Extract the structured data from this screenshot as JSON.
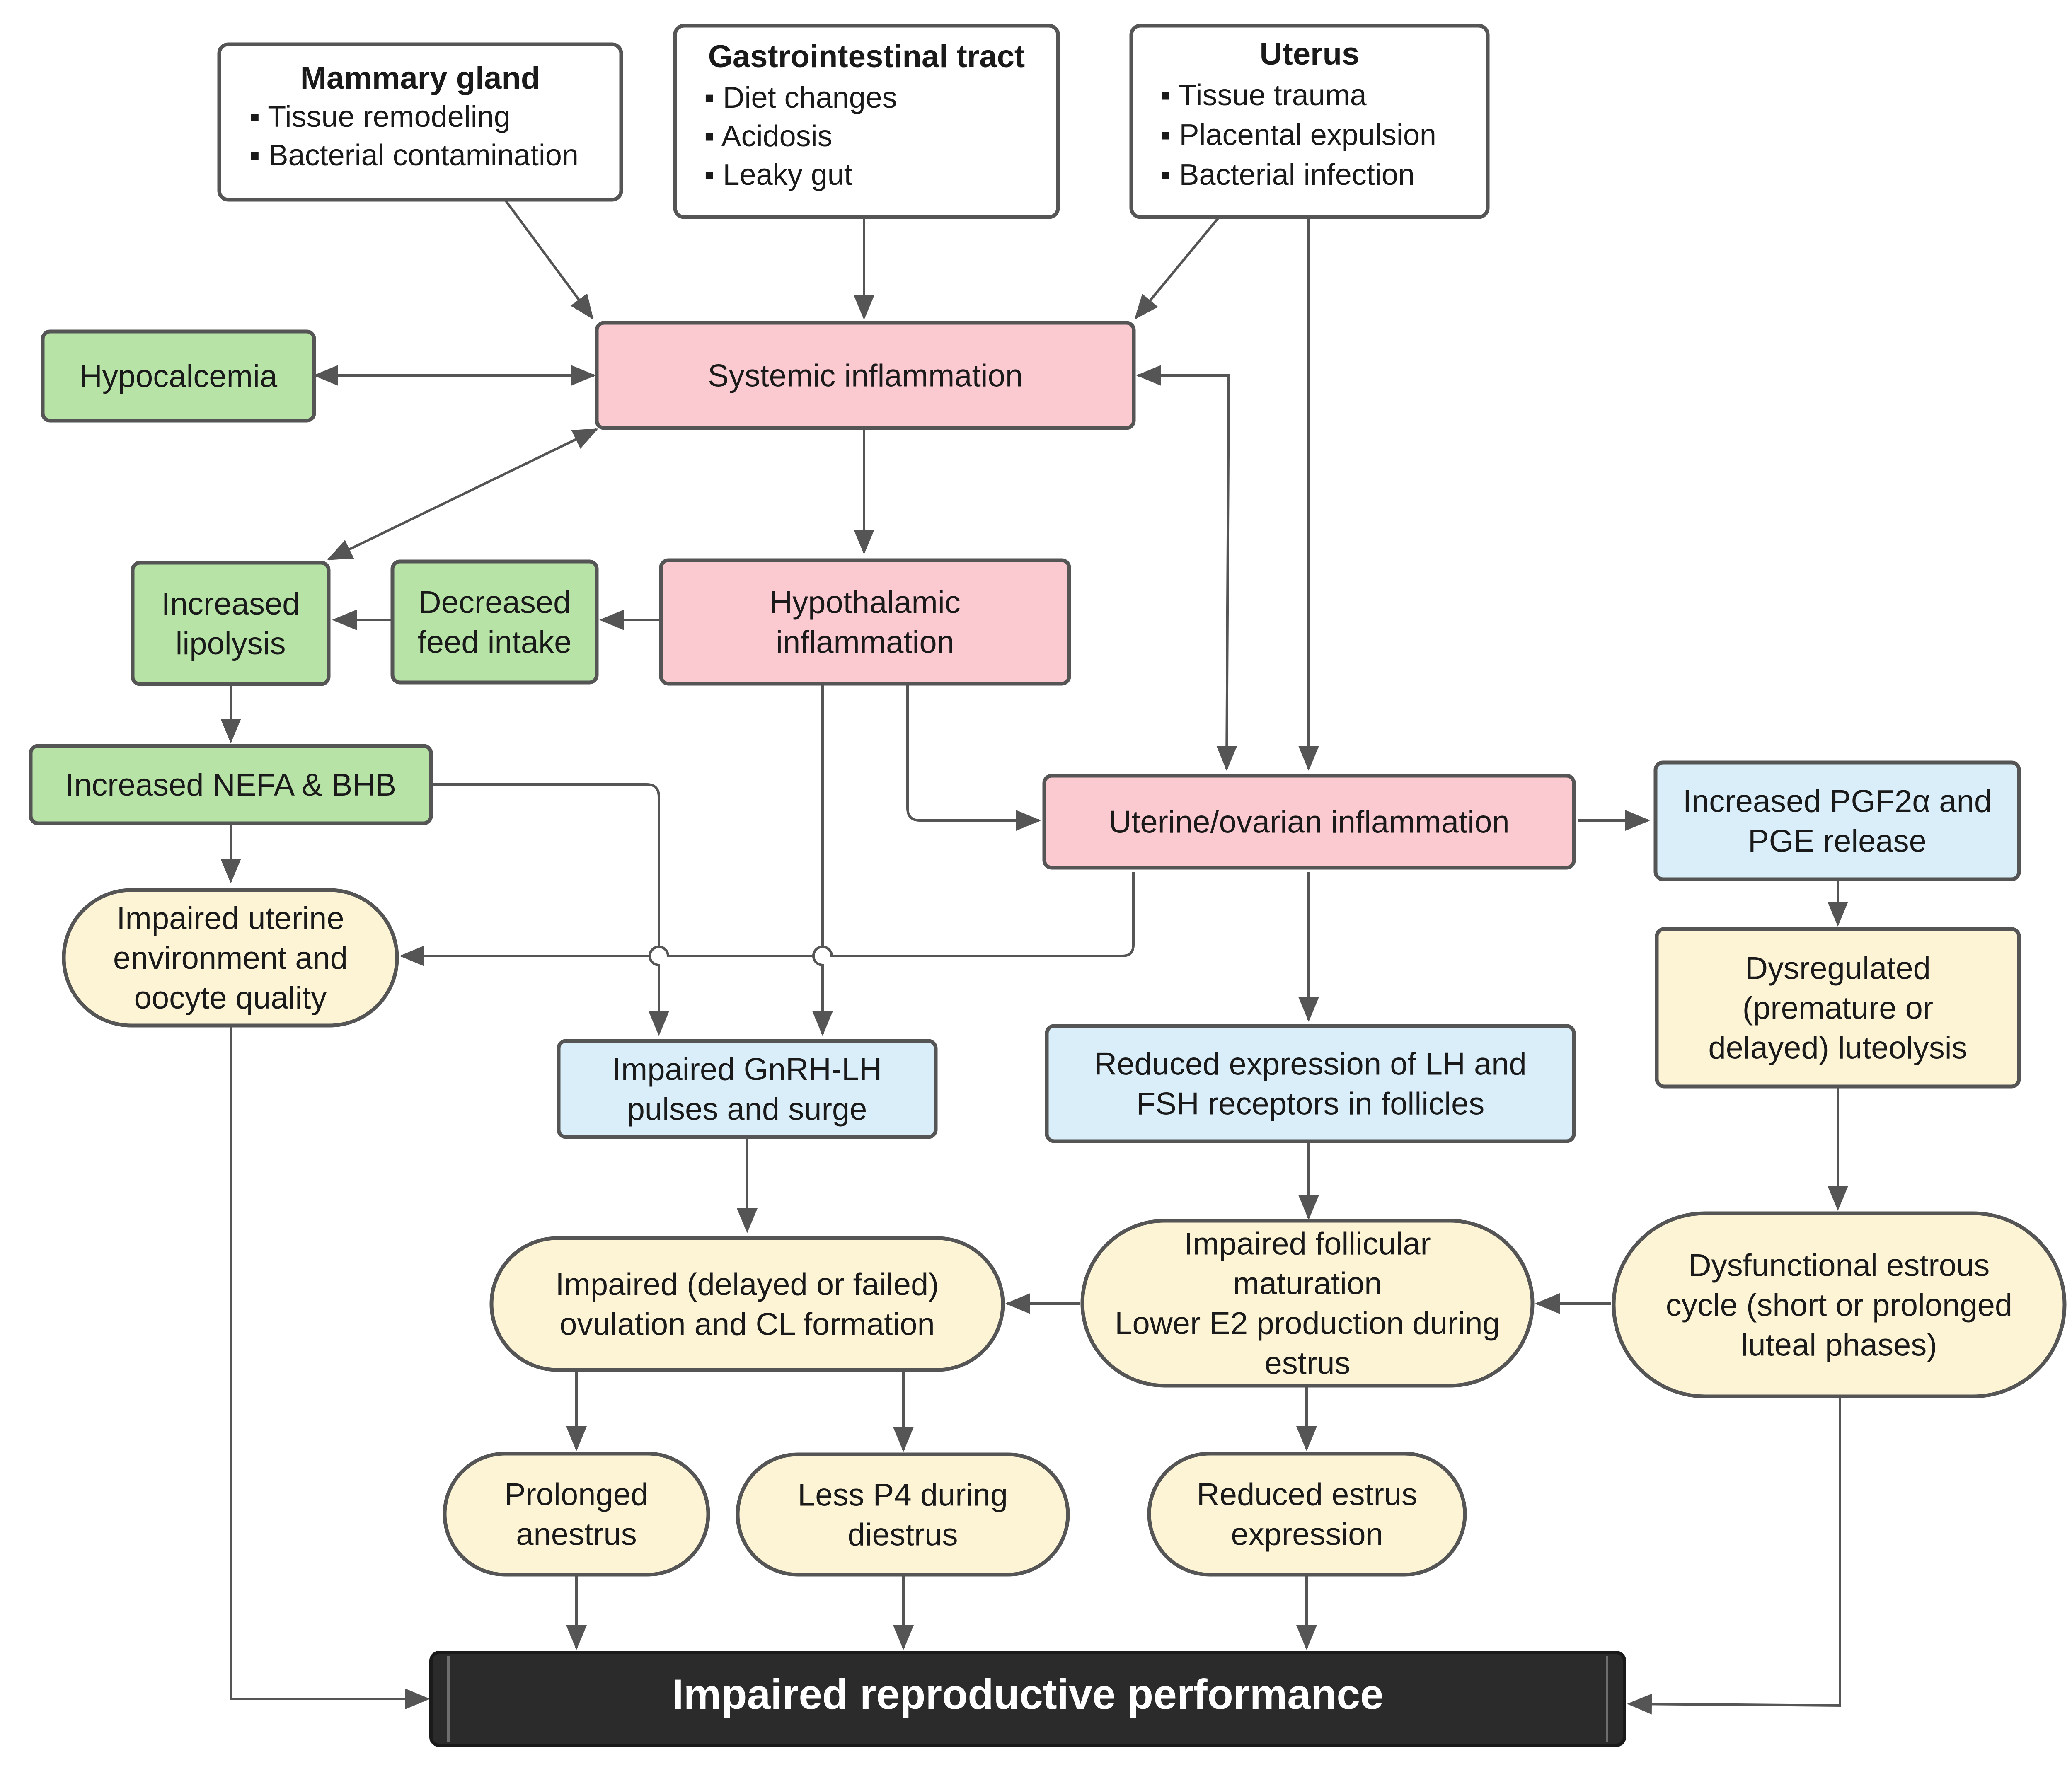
{
  "colors": {
    "white": "#ffffff",
    "green": "#b7e3a6",
    "pink": "#fbc9d0",
    "blue": "#d9eef9",
    "yellow": "#fdf4d6",
    "dark": "#2b2b2b",
    "line": "#555555"
  },
  "nodes": {
    "mammary": {
      "title": "Mammary gland",
      "items": [
        "Tissue remodeling",
        "Bacterial contamination"
      ]
    },
    "gi": {
      "title": "Gastrointestinal tract",
      "items": [
        "Diet changes",
        "Acidosis",
        "Leaky gut"
      ]
    },
    "uterus": {
      "title": "Uterus",
      "items": [
        "Tissue trauma",
        "Placental expulsion",
        "Bacterial infection"
      ]
    },
    "hypocalcemia": {
      "lines": [
        "Hypocalcemia"
      ]
    },
    "systemic": {
      "lines": [
        "Systemic inflammation"
      ]
    },
    "lipolysis": {
      "lines": [
        "Increased",
        "lipolysis"
      ]
    },
    "feed": {
      "lines": [
        "Decreased",
        "feed intake"
      ]
    },
    "hypothalamic": {
      "lines": [
        "Hypothalamic",
        "inflammation"
      ]
    },
    "nefa": {
      "lines": [
        "Increased NEFA & BHB"
      ]
    },
    "uterine_ovarian": {
      "lines": [
        "Uterine/ovarian inflammation"
      ]
    },
    "pgf": {
      "lines": [
        "Increased PGF2α and",
        "PGE release"
      ]
    },
    "impaired_uterine": {
      "lines": [
        "Impaired uterine",
        "environment and",
        "oocyte quality"
      ]
    },
    "dysregulated": {
      "lines": [
        "Dysregulated",
        "(premature or",
        "delayed) luteolysis"
      ]
    },
    "gnrh": {
      "lines": [
        "Impaired GnRH-LH",
        "pulses and surge"
      ]
    },
    "receptors": {
      "lines": [
        "Reduced expression of LH and",
        "FSH receptors in follicles"
      ]
    },
    "ovulation": {
      "lines": [
        "Impaired (delayed or failed)",
        "ovulation and CL formation"
      ]
    },
    "follicular": {
      "lines": [
        "Impaired follicular",
        "maturation",
        "Lower E2 production during",
        "estrus"
      ]
    },
    "estrous": {
      "lines": [
        "Dysfunctional estrous",
        "cycle (short or prolonged",
        "luteal phases)"
      ]
    },
    "anestrus": {
      "lines": [
        "Prolonged",
        "anestrus"
      ]
    },
    "p4": {
      "lines": [
        "Less P4 during",
        "diestrus"
      ]
    },
    "estrus_expr": {
      "lines": [
        "Reduced estrus",
        "expression"
      ]
    },
    "outcome": {
      "lines": [
        "Impaired reproductive performance"
      ]
    }
  }
}
